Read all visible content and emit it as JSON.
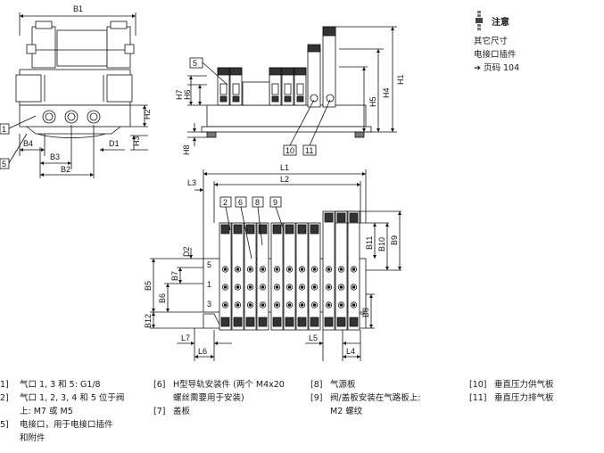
{
  "note": {
    "title": "注意",
    "lines": [
      "其它尺寸",
      "电接口插件",
      "➔ 页码 104"
    ]
  },
  "dimensions": {
    "B1": "B1",
    "B2": "B2",
    "B3": "B3",
    "B4": "B4",
    "D1": "D1",
    "H2": "H2",
    "H3": "H3",
    "H7": "H7",
    "H6": "H6",
    "H8": "H8",
    "H5": "H5",
    "H4": "H4",
    "H1": "H1",
    "L1": "L1",
    "L2": "L2",
    "L3": "L3",
    "B11": "B11",
    "B10": "B10",
    "B9": "B9",
    "D2": "D2",
    "B5": "B5",
    "B7": "B7",
    "B6": "B6",
    "B12": "B12",
    "B8": "B8",
    "L7": "L7",
    "L6": "L6",
    "L5": "L5",
    "L4": "L4"
  },
  "callouts": {
    "c1": "1",
    "c5": "5",
    "c5b": "5",
    "c10": "10",
    "c11": "11",
    "c2": "2",
    "c6": "6",
    "c8": "8",
    "c9": "9"
  },
  "ports": {
    "p5": "5",
    "p1": "1",
    "p3": "3"
  },
  "legend": {
    "col1": [
      {
        "num": "1]",
        "text": "气口 1, 3 和 5: G1/8"
      },
      {
        "num": "2]",
        "text": "气口 1, 2, 3, 4 和 5 位于阀"
      },
      {
        "num": "",
        "text": "上: M7 或 M5"
      },
      {
        "num": "5]",
        "text": "电接口，用于电接口插件"
      },
      {
        "num": "",
        "text": "和附件"
      }
    ],
    "col2": [
      {
        "num": "[6]",
        "text": "H型导轨安装件 (两个 M4x20"
      },
      {
        "num": "",
        "text": "螺丝需要用于安装)"
      },
      {
        "num": "[7]",
        "text": "盖板"
      }
    ],
    "col3": [
      {
        "num": "[8]",
        "text": "气源板"
      },
      {
        "num": "[9]",
        "text": "阀/盖板安装在气路板上:"
      },
      {
        "num": "",
        "text": "M2 螺纹"
      }
    ],
    "col4": [
      {
        "num": "[10]",
        "text": "垂直压力供气板"
      },
      {
        "num": "[11]",
        "text": "垂直压力排气板"
      }
    ]
  }
}
